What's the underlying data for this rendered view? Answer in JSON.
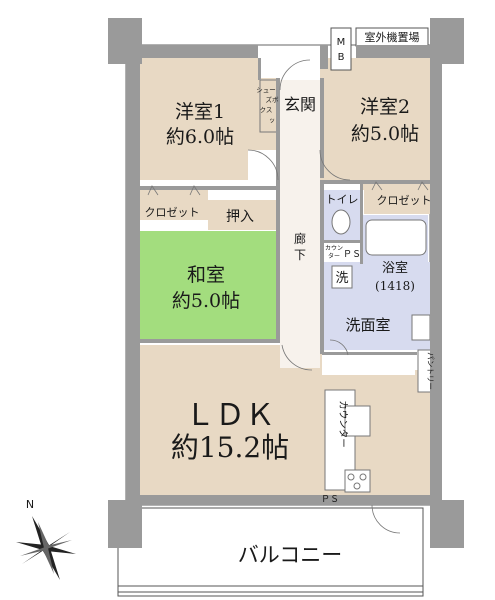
{
  "rooms": {
    "western1": {
      "name": "洋室1",
      "size": "約6.0帖"
    },
    "western2": {
      "name": "洋室2",
      "size": "約5.0帖"
    },
    "japanese": {
      "name": "和室",
      "size": "約5.0帖"
    },
    "ldk": {
      "name": "ＬＤＫ",
      "size": "約15.2帖"
    },
    "entrance": "玄関",
    "hallway": [
      "廊",
      "下"
    ],
    "shoebox": [
      "シュー",
      "ズボ",
      "クス",
      "ッ"
    ],
    "closet1": "クロゼット",
    "closet2": "クロゼット",
    "oshiire": "押入",
    "toilet": "トイレ",
    "counter_small": [
      "カウン",
      "ター"
    ],
    "ps_upper": "ＰＳ",
    "ps_lower": "ＰＳ",
    "bath": {
      "name": "浴室",
      "size": "(1418)"
    },
    "washer": "洗",
    "washroom": "洗面室",
    "pantry": "パントリー",
    "kitchen_counter": "カウンター",
    "mb": [
      "M",
      "B"
    ],
    "outdoor_unit": "室外機置場",
    "balcony": "バルコニー"
  },
  "compass": {
    "north": "N"
  },
  "colors": {
    "wall": "#9a9a9a",
    "room": "#e8d9c4",
    "tatami": "#a3dd7e",
    "wet": "#d7dbef",
    "hall": "#f7f2ec",
    "text": "#1a1a1a"
  }
}
